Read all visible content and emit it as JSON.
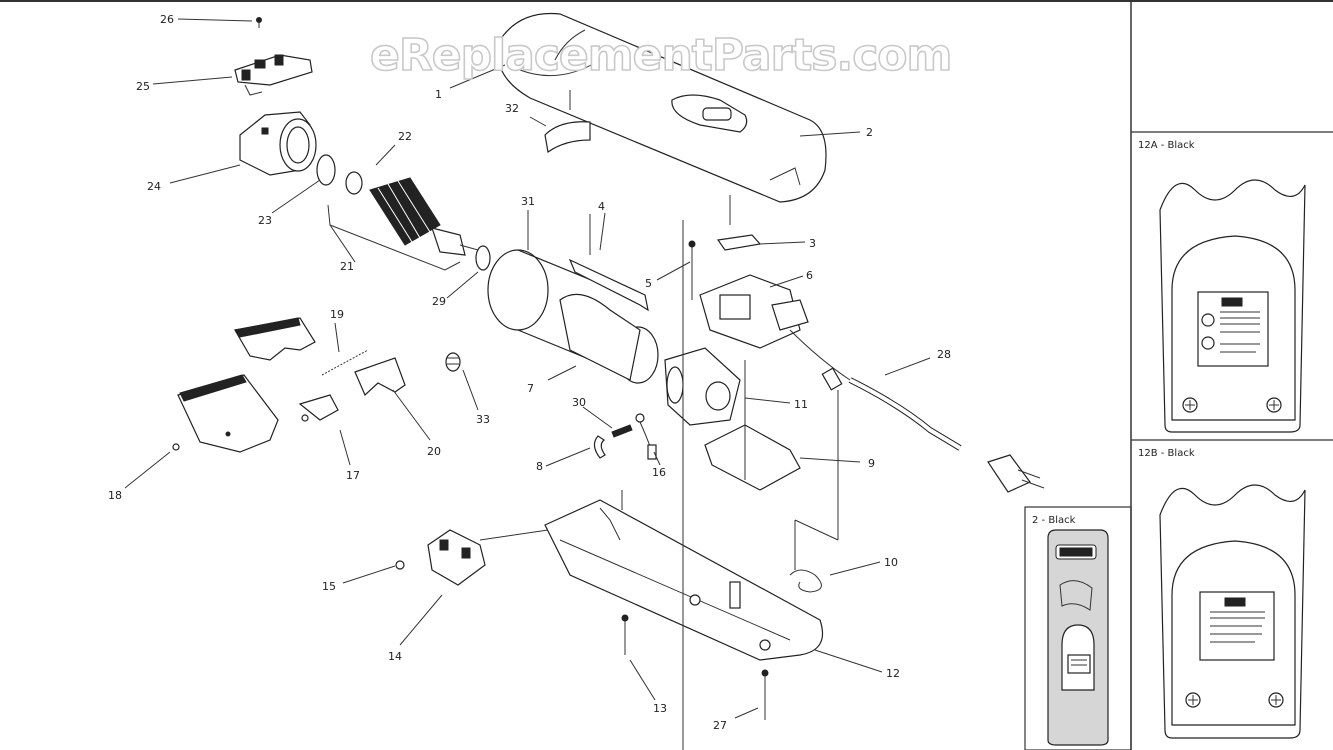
{
  "watermark": "eReplacementParts.com",
  "callouts": {
    "c1": "1",
    "c2": "2",
    "c3": "3",
    "c4": "4",
    "c5": "5",
    "c6": "6",
    "c7": "7",
    "c8": "8",
    "c9": "9",
    "c10": "10",
    "c11": "11",
    "c12": "12",
    "c13": "13",
    "c14": "14",
    "c15": "15",
    "c16": "16",
    "c17": "17",
    "c18": "18",
    "c19": "19",
    "c20": "20",
    "c21": "21",
    "c22": "22",
    "c23": "23",
    "c24": "24",
    "c25": "25",
    "c26": "26",
    "c27": "27",
    "c28": "28",
    "c29": "29",
    "c30": "30",
    "c31": "31",
    "c32": "32",
    "c33": "33"
  },
  "panels": {
    "p12a": "12A - Black",
    "p12b": "12B - Black",
    "p2": "2 - Black"
  },
  "colors": {
    "line": "#222222",
    "background": "#ffffff",
    "watermark_outline": "#c9c9c9"
  }
}
